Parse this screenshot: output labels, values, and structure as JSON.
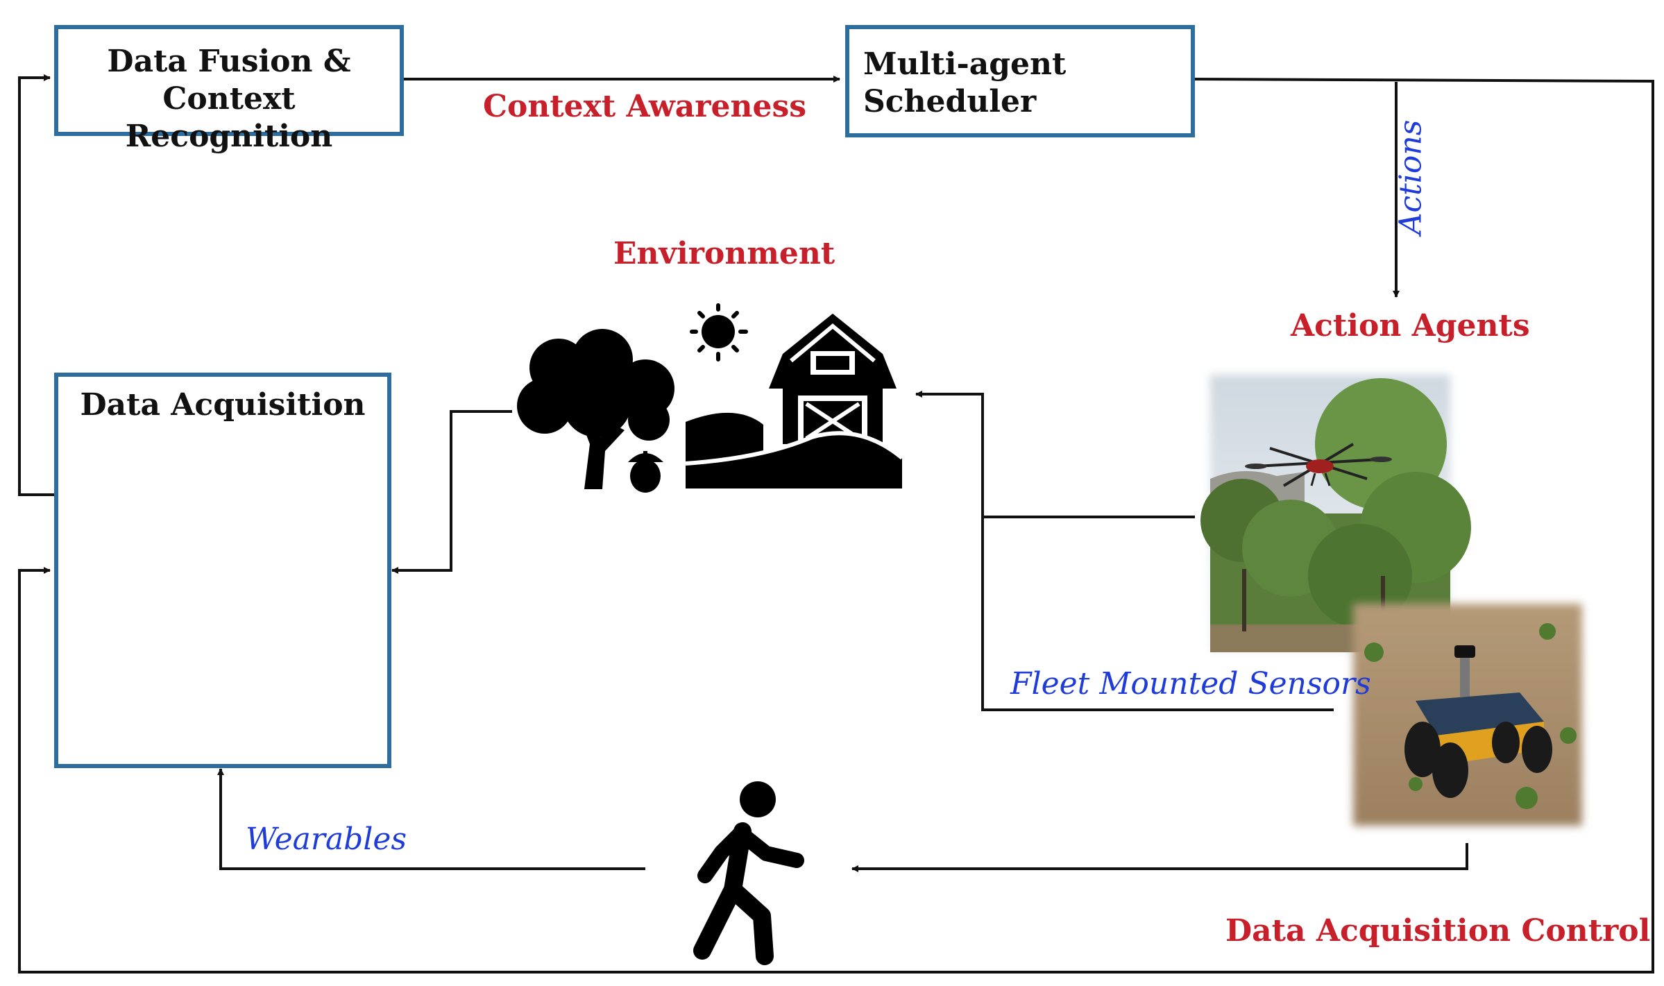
{
  "boxes": {
    "fusion": {
      "line1": "Data Fusion &",
      "line2": "Context Recognition"
    },
    "scheduler": {
      "line1": "Multi-agent",
      "line2": "Scheduler"
    },
    "acquisition": {
      "title": "Data Acquisition"
    }
  },
  "labels": {
    "context_awareness": "Context Awareness",
    "environment": "Environment",
    "actions": "Actions",
    "action_agents": "Action Agents",
    "fleet_mounted_sensors": "Fleet Mounted Sensors",
    "wearables": "Wearables",
    "data_acquisition_control": "Data Acquisition Control"
  },
  "colors": {
    "box_border": "#2e6e9e",
    "red_label": "#c8202a",
    "blue_label": "#1f3cd8",
    "line": "#111111"
  },
  "icons": [
    "cloud-computer-sync-icon",
    "database-icon",
    "signal-search-icon",
    "crop-field-icon",
    "tree-icon",
    "sun-icon",
    "barn-icon",
    "walking-person-icon",
    "drone-photo",
    "ground-robot-photo"
  ]
}
